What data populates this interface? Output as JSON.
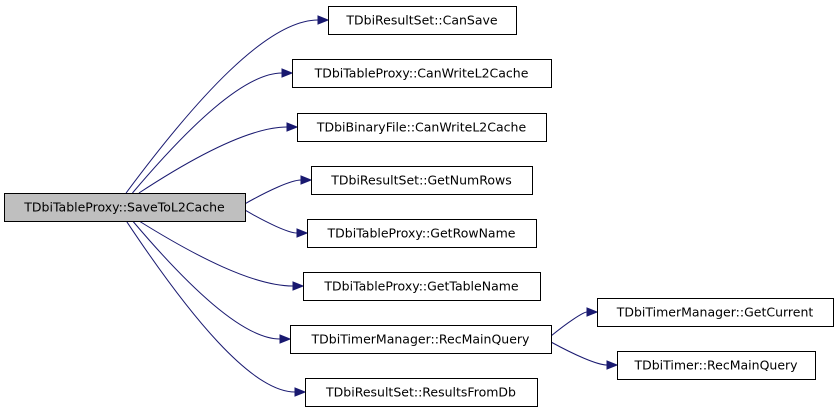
{
  "graph": {
    "colors": {
      "edge": "#191970",
      "root_fill": "#bfbfbf",
      "node_fill": "#ffffff",
      "node_border": "#000000"
    },
    "root": {
      "id": "root",
      "label": "TDbiTableProxy::SaveToL2Cache"
    },
    "nodes": [
      {
        "id": "n1",
        "label": "TDbiResultSet::CanSave"
      },
      {
        "id": "n2",
        "label": "TDbiTableProxy::CanWriteL2Cache"
      },
      {
        "id": "n3",
        "label": "TDbiBinaryFile::CanWriteL2Cache"
      },
      {
        "id": "n4",
        "label": "TDbiResultSet::GetNumRows"
      },
      {
        "id": "n5",
        "label": "TDbiTableProxy::GetRowName"
      },
      {
        "id": "n6",
        "label": "TDbiTableProxy::GetTableName"
      },
      {
        "id": "n7",
        "label": "TDbiTimerManager::RecMainQuery"
      },
      {
        "id": "n8",
        "label": "TDbiResultSet::ResultsFromDb"
      },
      {
        "id": "n9",
        "label": "TDbiTimerManager::GetCurrent"
      },
      {
        "id": "n10",
        "label": "TDbiTimer::RecMainQuery"
      }
    ],
    "edges": [
      {
        "from": "root",
        "to": "n1"
      },
      {
        "from": "root",
        "to": "n2"
      },
      {
        "from": "root",
        "to": "n3"
      },
      {
        "from": "root",
        "to": "n4"
      },
      {
        "from": "root",
        "to": "n5"
      },
      {
        "from": "root",
        "to": "n6"
      },
      {
        "from": "root",
        "to": "n7"
      },
      {
        "from": "root",
        "to": "n8"
      },
      {
        "from": "n7",
        "to": "n9"
      },
      {
        "from": "n7",
        "to": "n10"
      }
    ]
  }
}
